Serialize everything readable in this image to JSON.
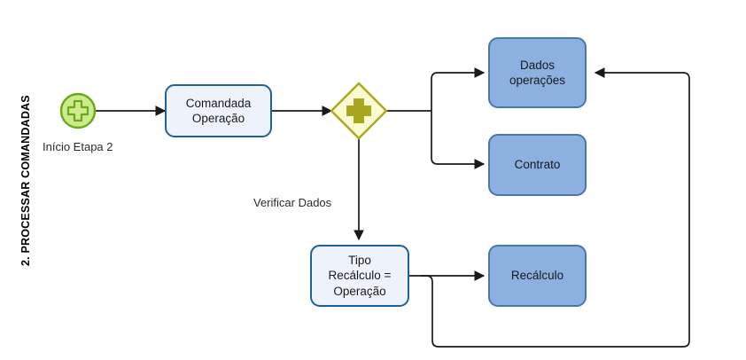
{
  "diagram": {
    "title": "2. PROCESSAR COMANDADAS",
    "type": "bpmn-process-flow",
    "colors": {
      "task_light_fill": "#eef2fb",
      "task_light_border": "#1f6199",
      "task_blue_fill": "#8cb0e0",
      "task_blue_border": "#4878a8",
      "gateway_fill": "#fbfbd2",
      "gateway_border": "#a8a81e",
      "gateway_glyph": "#a8a81e",
      "start_event_fill": "#cdeb8b",
      "start_event_border": "#6aa81e",
      "connector": "#1a1a1a",
      "text": "#1a1a1a"
    },
    "nodes": [
      {
        "id": "start-event",
        "kind": "start-event",
        "icon": "plus-circle-icon",
        "label": "Início Etapa 2"
      },
      {
        "id": "comandada-operacao",
        "kind": "task-light",
        "label": "Comandada\nOperação"
      },
      {
        "id": "gateway-parallel",
        "kind": "gateway",
        "icon": "plus-gateway-icon",
        "label": ""
      },
      {
        "id": "dados-operacoes",
        "kind": "task-blue",
        "label": "Dados\noperações"
      },
      {
        "id": "contrato",
        "kind": "task-blue",
        "label": "Contrato"
      },
      {
        "id": "tipo-recalculo",
        "kind": "task-light",
        "label": "Tipo\nRecálculo  =\nOperação"
      },
      {
        "id": "recalculo",
        "kind": "task-blue",
        "label": "Recálculo"
      }
    ],
    "edge_labels": [
      {
        "id": "verificar-dados",
        "text": "Verificar Dados"
      }
    ]
  }
}
